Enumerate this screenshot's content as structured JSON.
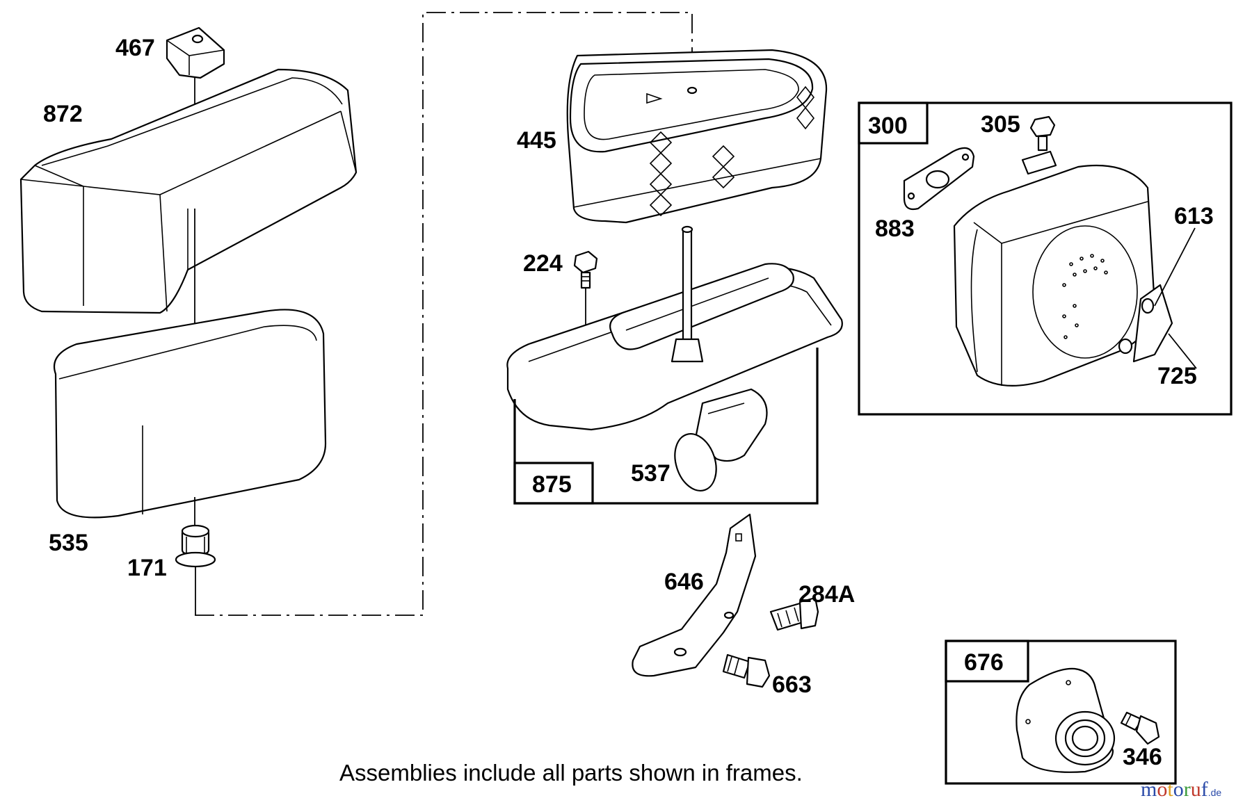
{
  "diagram": {
    "parts": [
      {
        "id": "467",
        "label": "467"
      },
      {
        "id": "872",
        "label": "872"
      },
      {
        "id": "535",
        "label": "535"
      },
      {
        "id": "171",
        "label": "171"
      },
      {
        "id": "445",
        "label": "445"
      },
      {
        "id": "224",
        "label": "224"
      },
      {
        "id": "875",
        "label": "875"
      },
      {
        "id": "537",
        "label": "537"
      },
      {
        "id": "646",
        "label": "646"
      },
      {
        "id": "284A",
        "label": "284A"
      },
      {
        "id": "663",
        "label": "663"
      },
      {
        "id": "300",
        "label": "300"
      },
      {
        "id": "305",
        "label": "305"
      },
      {
        "id": "883",
        "label": "883"
      },
      {
        "id": "613",
        "label": "613"
      },
      {
        "id": "725",
        "label": "725"
      },
      {
        "id": "676",
        "label": "676"
      },
      {
        "id": "346",
        "label": "346"
      }
    ],
    "note": "Assemblies include all parts shown in frames."
  },
  "watermark": {
    "letters": [
      "m",
      "o",
      "t",
      "o",
      "r",
      "u",
      "f"
    ],
    "colors": [
      "#2a4aa8",
      "#c0392b",
      "#e0a020",
      "#2a4aa8",
      "#3a9a3a",
      "#c0392b",
      "#2a4aa8"
    ],
    "suffix": ".de"
  }
}
